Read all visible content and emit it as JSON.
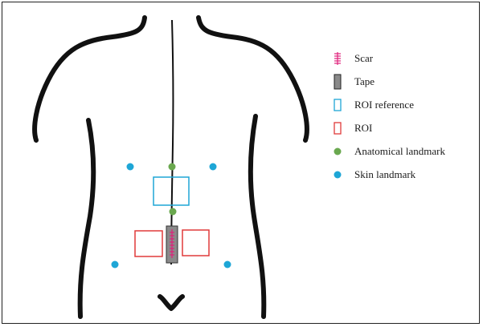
{
  "legend": {
    "items": [
      {
        "key": "scar",
        "label": "Scar",
        "color": "#e0207a"
      },
      {
        "key": "tape",
        "label": "Tape",
        "color": "#808080"
      },
      {
        "key": "roi_reference",
        "label": "ROI reference",
        "color": "#1ea6d6"
      },
      {
        "key": "roi",
        "label": "ROI",
        "color": "#e03a3a"
      },
      {
        "key": "anatomical_landmark",
        "label": "Anatomical landmark",
        "color": "#6aa84f"
      },
      {
        "key": "skin_landmark",
        "label": "Skin landmark",
        "color": "#1ea6d6"
      }
    ]
  },
  "colors": {
    "outline": "#111111",
    "scar": "#e0207a",
    "tape": "#808080",
    "roi_reference": "#1ea6d6",
    "roi": "#e03a3a",
    "anatomical_landmark": "#6aa84f",
    "skin_landmark": "#1ea6d6"
  }
}
